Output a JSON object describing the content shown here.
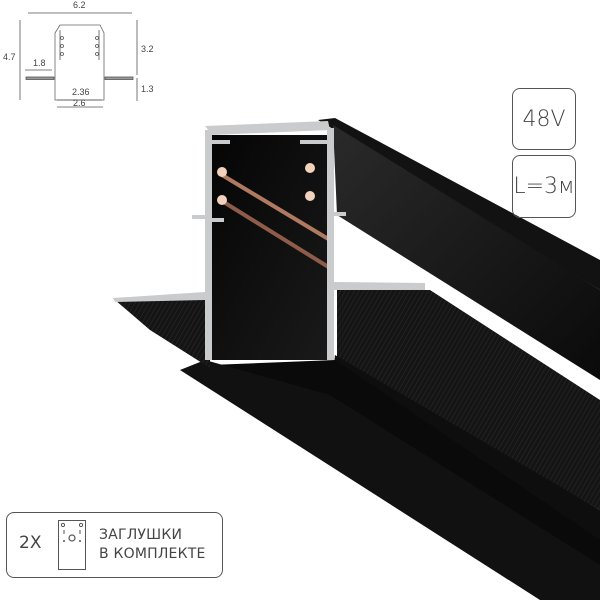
{
  "drawing": {
    "dimensions": {
      "total_width": "6.2",
      "total_height": "4.7",
      "flange": "1.8",
      "upper_height": "3.2",
      "lower_height": "1.3",
      "inner_width": "2.36",
      "outer_width": "2.6"
    }
  },
  "badges": {
    "voltage": "48V",
    "length": "L=3м"
  },
  "kit": {
    "quantity": "2X",
    "line1": "ЗАГЛУШКИ",
    "line2": "В КОМПЛЕКТЕ",
    "icon": "end-cap-icon"
  },
  "colors": {
    "profile_black": "#0d0d0d",
    "aluminum": "#c9cbcd",
    "copper": "#b07a62",
    "contact": "#f3d2bd",
    "border": "#555555"
  }
}
